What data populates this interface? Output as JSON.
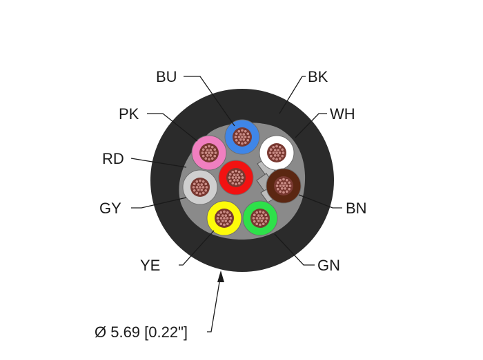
{
  "diagram": {
    "conductors": [
      {
        "code": "BU",
        "color": "#3f86e8"
      },
      {
        "code": "WH",
        "color": "#ffffff"
      },
      {
        "code": "BN",
        "color": "#5b2712"
      },
      {
        "code": "GN",
        "color": "#2ee04a"
      },
      {
        "code": "YE",
        "color": "#fdfb0a"
      },
      {
        "code": "GY",
        "color": "#cfcfcf"
      },
      {
        "code": "PK",
        "color": "#f07fc0"
      },
      {
        "code": "RD",
        "color": "#f21212"
      }
    ],
    "jacket": {
      "code": "BK",
      "color": "#2b2b2b"
    },
    "filler_color": "#8a8a8a",
    "strand_color": "#c98c85",
    "diameter_label": "Ø 5.69 [0.22\"]"
  }
}
